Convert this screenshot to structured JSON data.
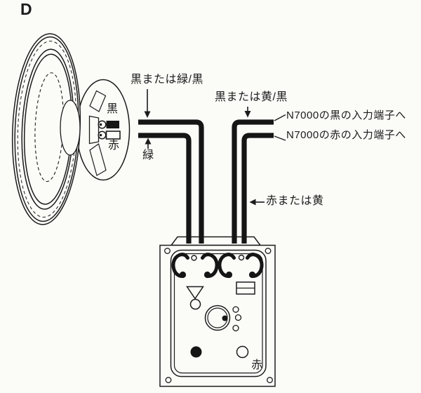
{
  "figure_label": "D",
  "speaker": {
    "terminal_top_label": "黒",
    "terminal_bottom_label": "赤"
  },
  "wires": {
    "left_top_label": "黒または緑/黒",
    "left_bottom_label": "緑",
    "right_top_label": "黒または黄/黒",
    "right_top_destination": "N7000の黒の入力端子へ",
    "right_bottom_destination": "N7000の赤の入力端子へ",
    "right_bottom_label": "赤または黄"
  },
  "network_box": {
    "red_terminal_label": "赤"
  },
  "colors": {
    "ink": "#1c1c1c",
    "wire": "#151515",
    "background": "#fbfbf8"
  }
}
